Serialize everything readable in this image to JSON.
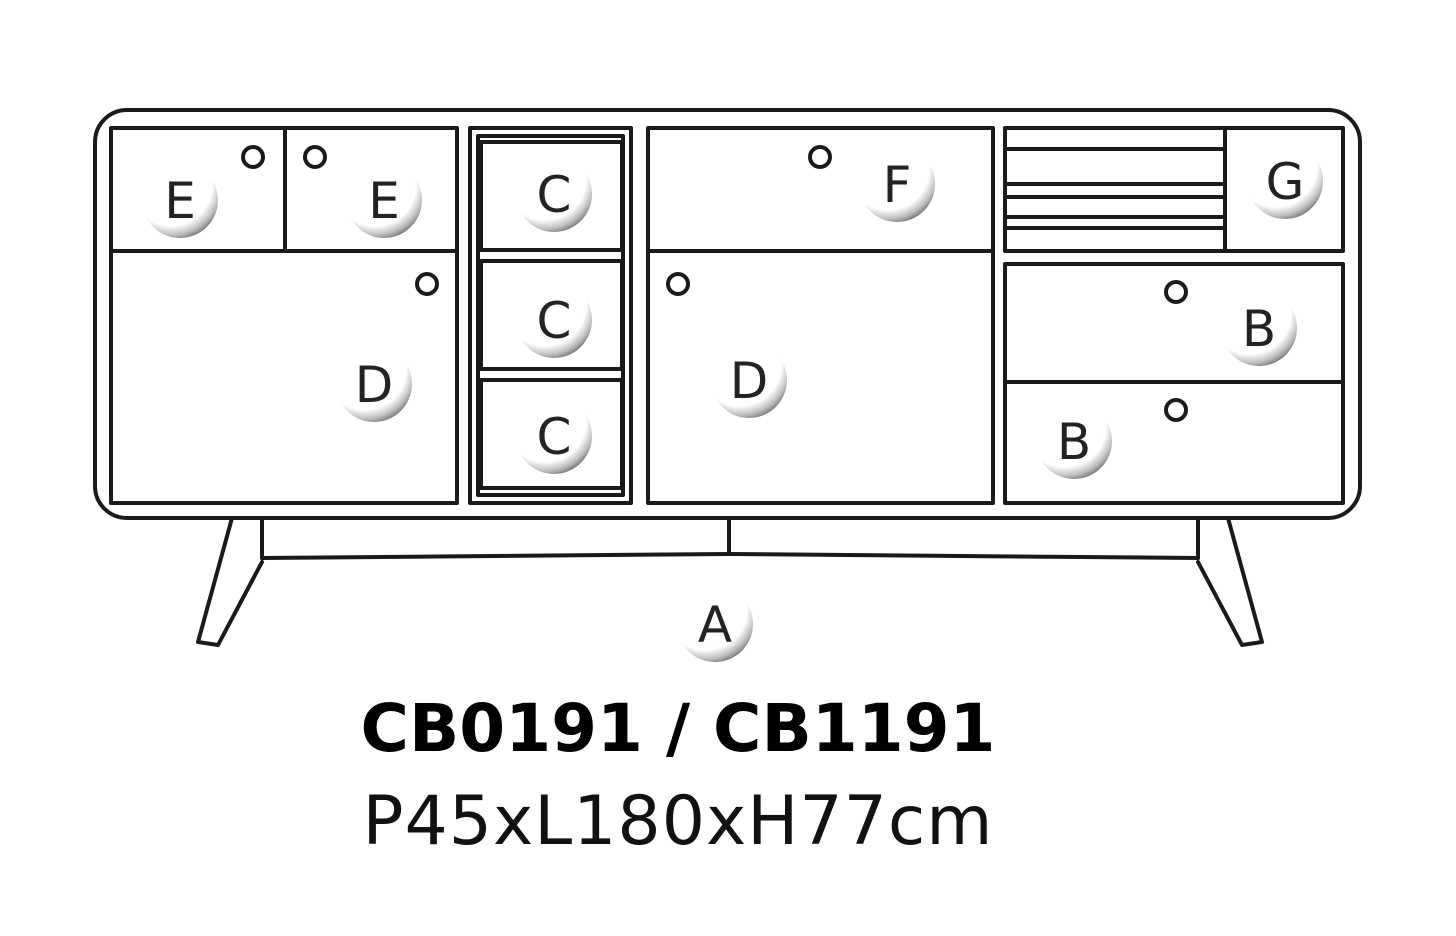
{
  "product": {
    "codes": "CB0191 / CB1191",
    "dimensions": "P45xL180xH77cm"
  },
  "parts": {
    "A": "A",
    "B": "B",
    "C": "C",
    "D": "D",
    "E": "E",
    "F": "F",
    "G": "G"
  },
  "colors": {
    "line": "#1a1a1a",
    "background": "#ffffff"
  }
}
